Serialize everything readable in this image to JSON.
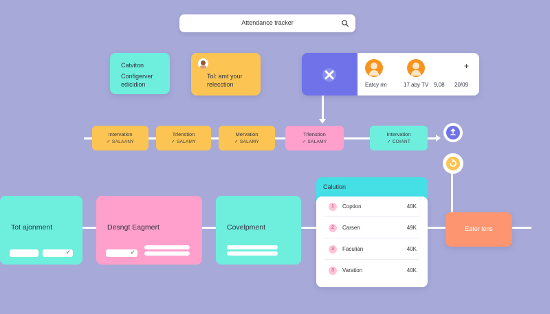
{
  "search": {
    "text": "Attendance tracker",
    "icon": "search-icon"
  },
  "cards": {
    "teal": {
      "line1": "Catviton",
      "line2": "Configerver",
      "line3": "edicidion"
    },
    "yellow": {
      "line1": "Tol: amt your",
      "line2": "relecction"
    },
    "profile": {
      "name1": "Eatcy rm",
      "name2": "17 aby TV",
      "stat1": "9,08",
      "stat2": "20/09",
      "plus": "+"
    }
  },
  "steps": [
    {
      "title": "Intervation",
      "sub": "✓ SALAANY"
    },
    {
      "title": "Trlenstion",
      "sub": "✓ SALAMY"
    },
    {
      "title": "Mervation",
      "sub": "✓ SALAMY"
    },
    {
      "title": "Trlenstion",
      "sub": "✓ SALAMY"
    },
    {
      "title": "Intervation",
      "sub": "✓ COIANT"
    }
  ],
  "big_cards": [
    {
      "title": "Tot ajonment"
    },
    {
      "title": "Desngt Eagmert"
    },
    {
      "title": "Covelpment"
    }
  ],
  "list_panel": {
    "header": "Calution",
    "rows": [
      {
        "n": "1",
        "label": "Coption",
        "value": "40K"
      },
      {
        "n": "2",
        "label": "Carsen",
        "value": "49K"
      },
      {
        "n": "3",
        "label": "Faculian",
        "value": "40K"
      },
      {
        "n": "3",
        "label": "Varation",
        "value": "40K"
      }
    ]
  },
  "end_card": {
    "title": "Eater lens"
  },
  "colors": {
    "background": "#a7a9d8",
    "teal": "#6eeedd",
    "yellow": "#fcc452",
    "pink": "#ff9fcb",
    "purple": "#6f72e8",
    "orange": "#fc9570",
    "cyan": "#45e0e6"
  }
}
